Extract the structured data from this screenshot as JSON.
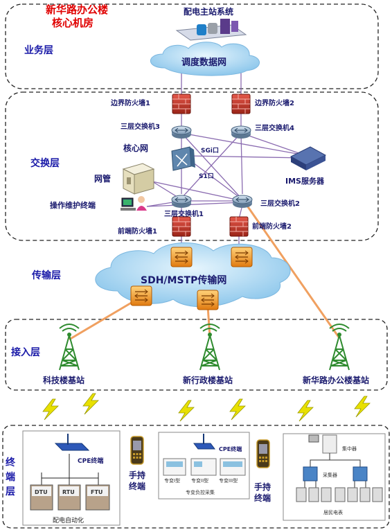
{
  "building": {
    "line1": "新华路办公楼",
    "line2": "核心机房"
  },
  "layers": {
    "business": "业务层",
    "exchange": "交换层",
    "transport": "传输层",
    "access": "接入层",
    "terminal_1": "终",
    "terminal_2": "端",
    "terminal_3": "层"
  },
  "master_station": "配电主站系统",
  "dispatch_network": "调度数据网",
  "firewalls": {
    "border1": "边界防火墙1",
    "border2": "边界防火墙2",
    "front1": "前端防火墙1",
    "front2": "前端防火墙2"
  },
  "switches": {
    "s3": "三层交换机3",
    "s4": "三层交换机4",
    "s1": "三层交换机1",
    "s2": "三层交换机2"
  },
  "core_network": "核心网",
  "ports": {
    "sgi": "SGi口",
    "s1": "S1口"
  },
  "ims_server": "IMS服务器",
  "network_mgmt": "网管",
  "ops_terminal": "操作维护终端",
  "transport_network": "SDH/MSTP传输网",
  "base_stations": {
    "tech": "科技楼基站",
    "admin": "新行政楼基站",
    "office": "新华路办公楼基站"
  },
  "terminal_boxes": {
    "box1": {
      "device": "CPE终端",
      "dtu": "DTU",
      "rtu": "RTU",
      "ftu": "FTU",
      "caption": "配电自动化"
    },
    "handheld1": {
      "line1": "手持",
      "line2": "终端"
    },
    "box2": {
      "device": "CPE终端",
      "m1": "专变I型",
      "m2": "专变II型",
      "m3": "专变III型",
      "caption": "专变负控采集"
    },
    "handheld2": {
      "line1": "手持",
      "line2": "终端"
    },
    "box3": {
      "concentrator": "集中器",
      "collector": "采集器",
      "caption": "居民电表"
    }
  },
  "colors": {
    "cloud": "#bfe1f6",
    "firewall": "#c0392b",
    "orange_link": "#f0a060",
    "layer_text": "#1a1aa8",
    "title_red": "#e00000",
    "tower_green": "#2e8b2e",
    "lightning": "#e8e000"
  }
}
